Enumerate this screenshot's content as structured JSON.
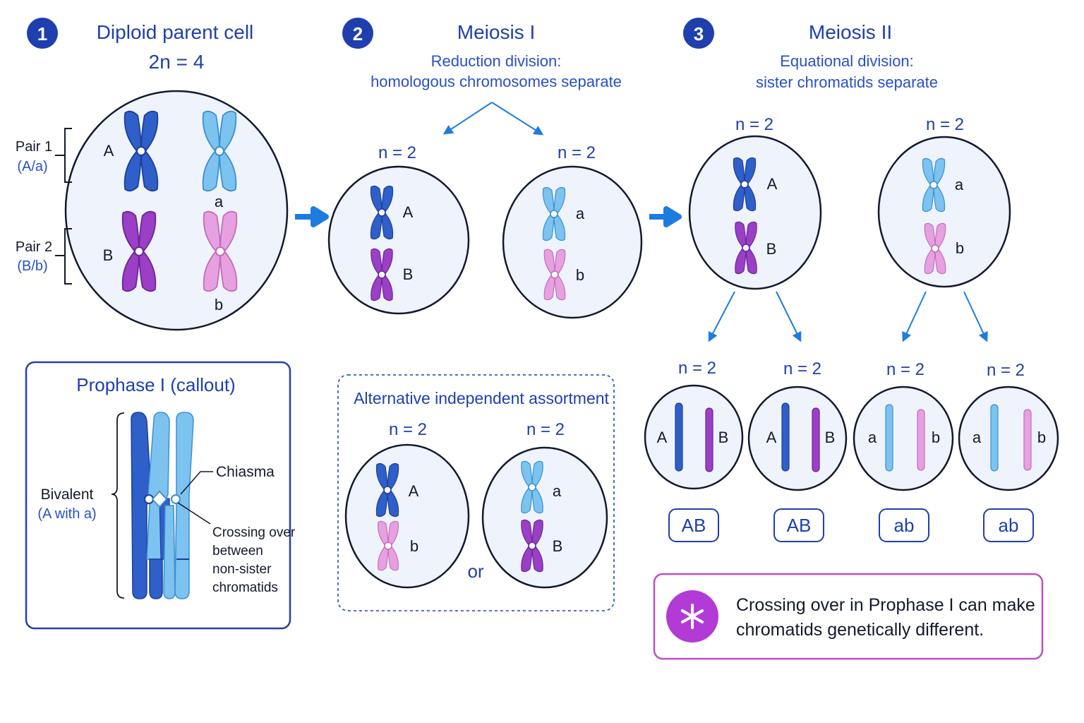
{
  "colors": {
    "navy_text": "#1f3fae",
    "blue_text": "#2850c8",
    "arrow": "#1e7be0",
    "cell_fill": "#eef3fc",
    "cell_stroke": "#141a2c",
    "chrom_dark_blue": "#2f5fc8",
    "chrom_light_blue": "#7cc3ef",
    "chrom_purple": "#9b3fc6",
    "chrom_pink": "#e7a0e0",
    "callout_border": "#2840a8",
    "note_border": "#c04cc8",
    "note_badge": "#b23bd6"
  },
  "steps": [
    {
      "number": "1",
      "title": "Diploid parent cell",
      "subtitle": "2n = 4"
    },
    {
      "number": "2",
      "title": "Meiosis I",
      "subtitle_line1": "Reduction division:",
      "subtitle_line2": "homologous chromosomes separate"
    },
    {
      "number": "3",
      "title": "Meiosis II",
      "subtitle_line1": "Equational division:",
      "subtitle_line2": "sister chromatids separate"
    }
  ],
  "parent_cell": {
    "pair1_label": "Pair 1",
    "pair1_sub": "(A/a)",
    "pair2_label": "Pair 2",
    "pair2_sub": "(B/b)",
    "alleles": {
      "A": "A",
      "a": "a",
      "B": "B",
      "b": "b"
    }
  },
  "meiosis1_cells": [
    {
      "ploidy": "n = 2",
      "top": "A",
      "bottom": "B"
    },
    {
      "ploidy": "n = 2",
      "top": "a",
      "bottom": "b"
    }
  ],
  "meiosis2_cells": [
    {
      "ploidy": "n = 2",
      "top": "A",
      "bottom": "B"
    },
    {
      "ploidy": "n = 2",
      "top": "a",
      "bottom": "b"
    }
  ],
  "gametes": [
    {
      "ploidy": "n = 2",
      "left": "A",
      "right": "B",
      "genotype": "AB"
    },
    {
      "ploidy": "n = 2",
      "left": "A",
      "right": "B",
      "genotype": "AB"
    },
    {
      "ploidy": "n = 2",
      "left": "a",
      "right": "b",
      "genotype": "ab"
    },
    {
      "ploidy": "n = 2",
      "left": "a",
      "right": "b",
      "genotype": "ab"
    }
  ],
  "prophase_callout": {
    "title": "Prophase I (callout)",
    "bivalent": "Bivalent",
    "bivalent_sub": "(A with a)",
    "chiasma": "Chiasma",
    "crossing_line1": "Crossing over",
    "crossing_line2": "between",
    "crossing_line3": "non-sister",
    "crossing_line4": "chromatids"
  },
  "alternative": {
    "title": "Alternative independent assortment",
    "or_text": "or",
    "cells": [
      {
        "ploidy": "n = 2",
        "top": "A",
        "bottom": "b"
      },
      {
        "ploidy": "n = 2",
        "top": "a",
        "bottom": "B"
      }
    ]
  },
  "note": {
    "icon": "asterisk-icon",
    "line1": "Crossing over in Prophase I can make",
    "line2": "chromatids genetically different."
  }
}
